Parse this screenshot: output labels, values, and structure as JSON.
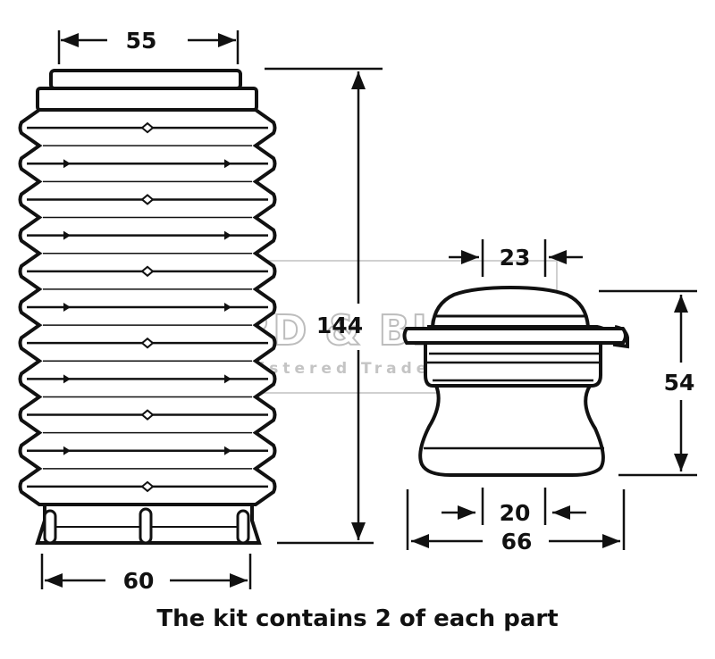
{
  "diagram": {
    "watermark": {
      "brand": "BIRD & BISCK",
      "tagline": "Registered Trade Mark"
    },
    "bellows": {
      "top_width_label": "55",
      "bottom_width_label": "60",
      "height_label": "144"
    },
    "bump_stop": {
      "top_width_label": "23",
      "height_label": "54",
      "bore_label": "20",
      "base_width_label": "66"
    },
    "caption": "The kit contains 2 of each part"
  }
}
